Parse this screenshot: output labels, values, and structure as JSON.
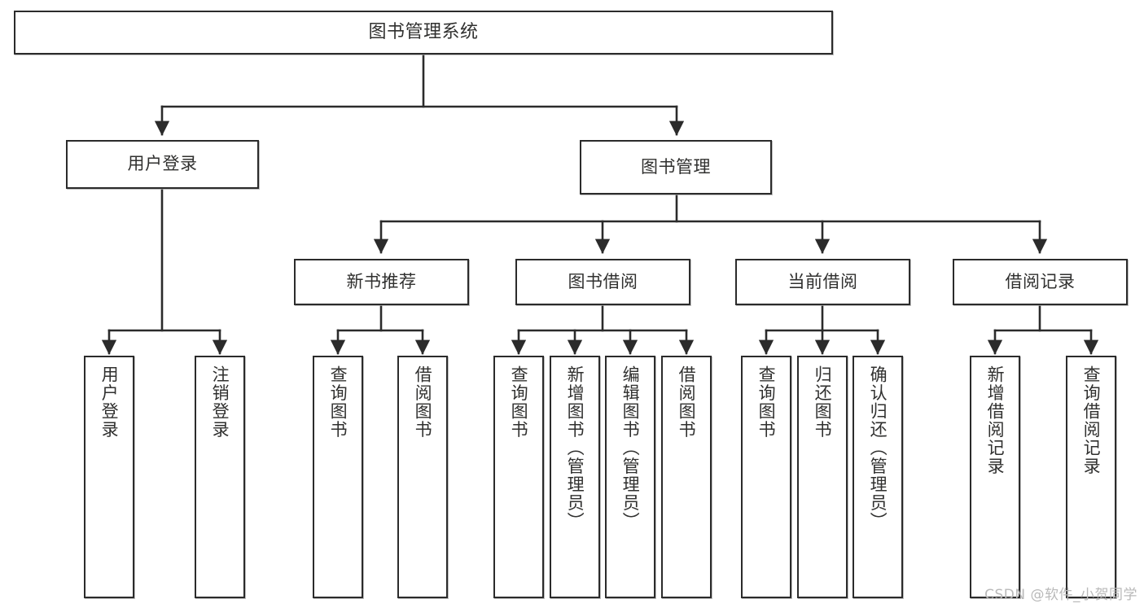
{
  "diagram": {
    "title": "图书管理系统",
    "type": "tree",
    "background_color": "#ffffff",
    "node_border_color": "#2b2b2b",
    "node_fill_color": "#ffffff",
    "text_color": "#30302f",
    "edge_color": "#2b2b2b"
  },
  "watermark": {
    "text": "CSDN @软件_小贺同学",
    "color": "#b9b9b9"
  },
  "nodes": {
    "root": {
      "label": "图书管理系统"
    },
    "level1": [
      {
        "label": "用户登录"
      },
      {
        "label": "图书管理"
      }
    ],
    "level2": [
      {
        "label": "新书推荐"
      },
      {
        "label": "图书借阅"
      },
      {
        "label": "当前借阅"
      },
      {
        "label": "借阅记录"
      }
    ],
    "leaves": [
      {
        "label": "用户登录",
        "parent": "用户登录"
      },
      {
        "label": "注销登录",
        "parent": "用户登录"
      },
      {
        "label": "查询图书",
        "parent": "新书推荐"
      },
      {
        "label": "借阅图书",
        "parent": "新书推荐"
      },
      {
        "label": "查询图书",
        "parent": "图书借阅"
      },
      {
        "label": "新增图书（管理员）",
        "parent": "图书借阅"
      },
      {
        "label": "编辑图书（管理员）",
        "parent": "图书借阅"
      },
      {
        "label": "借阅图书",
        "parent": "图书借阅"
      },
      {
        "label": "查询图书",
        "parent": "当前借阅"
      },
      {
        "label": "归还图书",
        "parent": "当前借阅"
      },
      {
        "label": "确认归还（管理员）",
        "parent": "当前借阅"
      },
      {
        "label": "新增借阅记录",
        "parent": "借阅记录"
      },
      {
        "label": "查询借阅记录",
        "parent": "借阅记录"
      }
    ]
  }
}
